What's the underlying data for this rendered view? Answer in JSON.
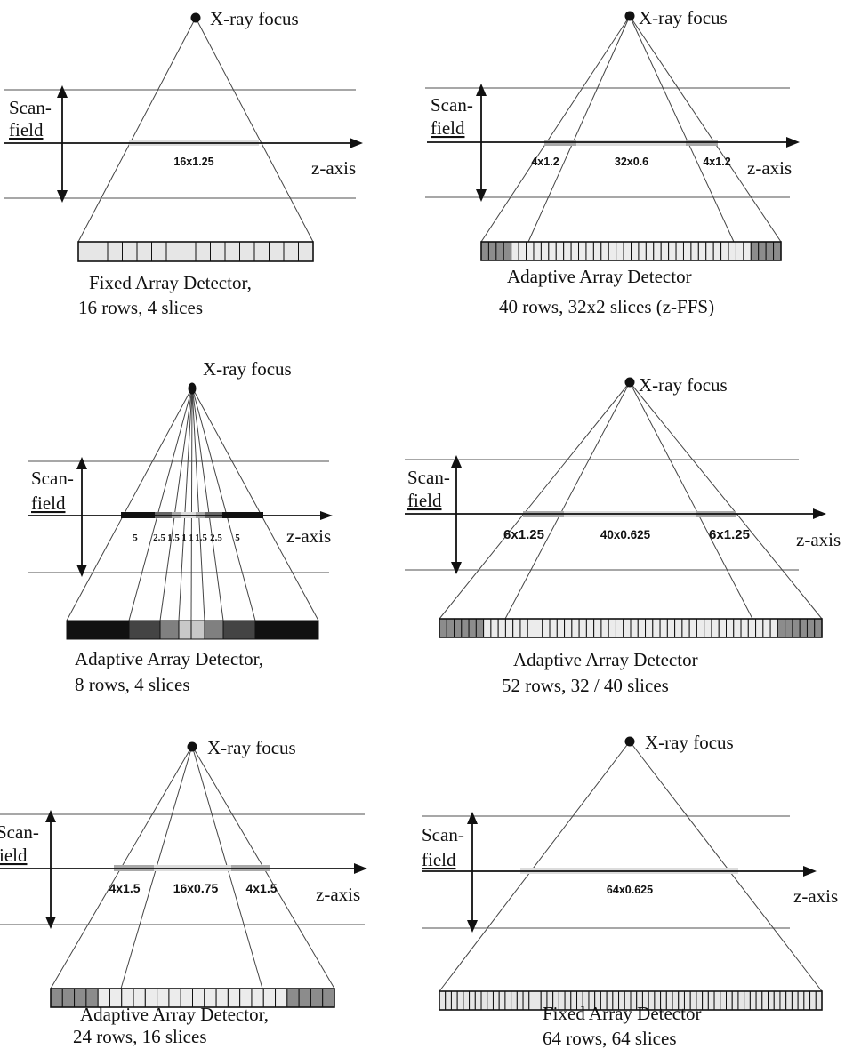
{
  "colors": {
    "light_segment": "#dcdcdc",
    "mid_segment": "#a9a9a9",
    "dark_cell": "#111111",
    "cell_medium": "#666666",
    "cell_light": "#e6e6e6",
    "line": "#444444"
  },
  "panels": [
    {
      "id": "p1",
      "focus_label": "X-ray focus",
      "scanfield_line1": "Scan-",
      "scanfield_line2": "field",
      "axis_label": "z-axis",
      "segment_labels": [
        "16x1.25"
      ],
      "caption_line1": "Fixed Array Detector,",
      "caption_line2": "16 rows, 4 slices",
      "detector_rows": 16
    },
    {
      "id": "p2",
      "focus_label": "X-ray focus",
      "scanfield_line1": "Scan-",
      "scanfield_line2": "field",
      "axis_label": "z-axis",
      "segment_labels": [
        "4x1.2",
        "32x0.6",
        "4x1.2"
      ],
      "caption_line1": "Adaptive Array Detector",
      "caption_line2": "40 rows, 32x2 slices (z-FFS)",
      "detector_rows": 40
    },
    {
      "id": "p3",
      "focus_label": "X-ray focus",
      "scanfield_line1": "Scan-",
      "scanfield_line2": "field",
      "axis_label": "z-axis",
      "segment_labels": [
        "5",
        "2.5",
        "1.5",
        "1",
        "1",
        "1.5",
        "2.5",
        "5"
      ],
      "caption_line1": "Adaptive Array Detector,",
      "caption_line2": "8 rows, 4 slices",
      "detector_rows": 8
    },
    {
      "id": "p4",
      "focus_label": "X-ray focus",
      "scanfield_line1": "Scan-",
      "scanfield_line2": "field",
      "axis_label": "z-axis",
      "segment_labels": [
        "6x1.25",
        "40x0.625",
        "6x1.25"
      ],
      "caption_line1": "Adaptive Array Detector",
      "caption_line2": "52 rows, 32 / 40 slices",
      "detector_rows": 52
    },
    {
      "id": "p5",
      "focus_label": "X-ray focus",
      "scanfield_line1": "Scan-",
      "scanfield_line2": "field",
      "axis_label": "z-axis",
      "segment_labels": [
        "4x1.5",
        "16x0.75",
        "4x1.5"
      ],
      "caption_line1": "Adaptive Array Detector,",
      "caption_line2": "24 rows, 16 slices",
      "detector_rows": 24
    },
    {
      "id": "p6",
      "focus_label": "X-ray focus",
      "scanfield_line1": "Scan-",
      "scanfield_line2": "field",
      "axis_label": "z-axis",
      "segment_labels": [
        "64x0.625"
      ],
      "caption_line1": "Fixed Array Detector",
      "caption_line2": "64 rows, 64 slices",
      "detector_rows": 64
    }
  ]
}
